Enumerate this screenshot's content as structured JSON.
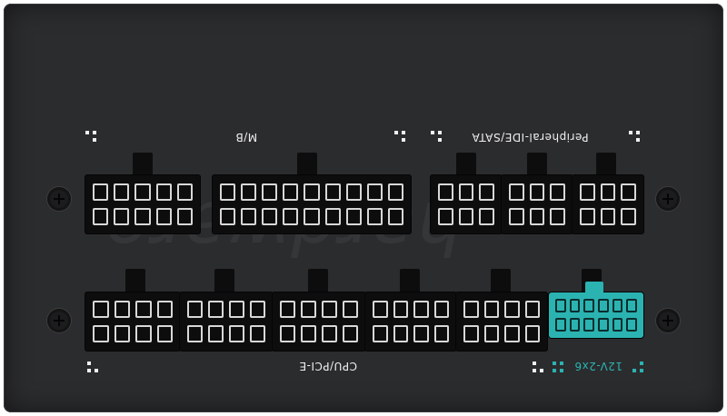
{
  "labels": {
    "mb": "M/B",
    "peripheral": "Peripheral-IDE/SATA",
    "cpu_pcie": "CPU/PCI-E",
    "hpwr": "12V-2x6"
  },
  "watermark": "hardware",
  "colors": {
    "panel": "#2b2c2e",
    "connector": "#0d0d0e",
    "accent": "#2bb3b1",
    "text": "#f0f0f0"
  }
}
